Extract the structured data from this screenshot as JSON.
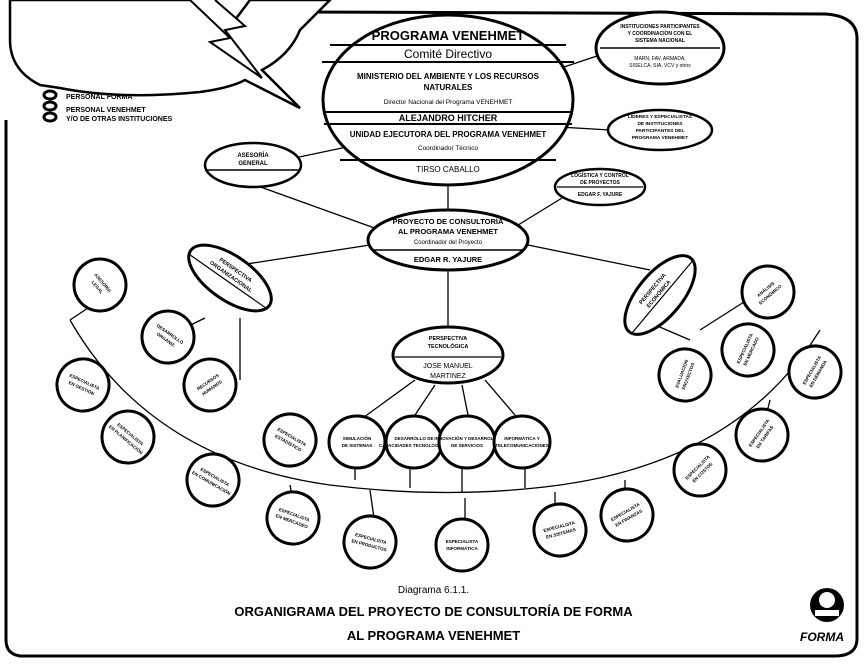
{
  "top": {
    "line1": "PROGRAMA VENEHMET",
    "line2": "Comité Directivo",
    "line3": "MINISTERIO DEL AMBIENTE Y LOS RECURSOS",
    "line4": "NATURALES",
    "line5": "Director Nacional del Programa VENEHMET",
    "line6": "ALEJANDRO HITCHER",
    "line7": "UNIDAD EJECUTORA DEL PROGRAMA VENEHMET",
    "line8": "Coordinador Técnico",
    "line9": "TIRSO CABALLO"
  },
  "institutions_right": {
    "line1": "INSTITUCIONES PARTICIPANTES",
    "line2": "Y COORDINACION CON EL",
    "line3": "SISTEMA NACIONAL",
    "line4": "MARN, FAV, ARMADA,",
    "line5": "SISELCA, SIA, VCV y otros"
  },
  "liaison_right": {
    "line1": "LIDERES Y ESPECIALISTAS",
    "line2": "DE INSTITUCIONES",
    "line3": "PARTICIPANTES DEL",
    "line4": "PROGRAMA VENEHMET"
  },
  "advisory": {
    "line1": "ASESORÍA",
    "line2": "GENERAL"
  },
  "coordinator_right": {
    "line1": "LOGÍSTICA Y CONTROL",
    "line2": "DE PROYECTOS",
    "line3": "EDGAR F. YAJURE"
  },
  "project": {
    "line1": "PROYECTO DE CONSULTORÍA",
    "line2": "AL PROGRAMA VENEHMET",
    "line3": "Coordinador del Proyecto",
    "line4": "EDGAR R. YAJURE"
  },
  "legend": {
    "line1": "PERSONAL FORMA",
    "line2": "PERSONAL VENEHMET",
    "line3": "Y/O DE OTRAS INSTITUCIONES"
  },
  "tech": {
    "line1": "PERSPECTIVA",
    "line2": "TECNOLÓGICA",
    "line3": "JOSE MANUEL",
    "line4": "MARTINEZ"
  },
  "left_persp": {
    "line1": "PERSPECTIVA",
    "line2": "ORGANIZACIONAL"
  },
  "right_persp": {
    "line1": "PERSPECTIVA",
    "line2": "ECONÓMICA"
  },
  "small_nodes": [
    {
      "l1": "ASESORÍA",
      "l2": "LEGAL"
    },
    {
      "l1": "DESARROLLO",
      "l2": "ORGANIZ."
    },
    {
      "l1": "ESPECIALISTA",
      "l2": "EN GESTIÓN"
    },
    {
      "l1": "RECURSOS",
      "l2": "HUMANOS"
    },
    {
      "l1": "ESPECIALISTA",
      "l2": "EN PLANIFICACIÓN"
    },
    {
      "l1": "ESPECIALISTA",
      "l2": "EN COMUNICACIÓN"
    },
    {
      "l1": "ESPECIALISTA",
      "l2": "EN MERCADEO"
    },
    {
      "l1": "ESPECIALISTA",
      "l2": "EN PRODUCTOS"
    },
    {
      "l1": "ESPECIALISTA",
      "l2": "INFORMÁTICA"
    },
    {
      "l1": "ESPECIALISTA",
      "l2": "EN SISTEMAS"
    },
    {
      "l1": "ESPECIALISTA",
      "l2": "EN FINANZAS"
    },
    {
      "l1": "ESPECIALISTA",
      "l2": "EN COSTOS"
    },
    {
      "l1": "ESPECIALISTA",
      "l2": "EN TARIFAS"
    },
    {
      "l1": "ESPECIALISTA",
      "l2": "EN DEMANDA"
    },
    {
      "l1": "ESPECIALISTA",
      "l2": "EN MERCADO"
    },
    {
      "l1": "ANÁLISIS",
      "l2": "ECONÓMICO"
    },
    {
      "l1": "EVALUACIÓN",
      "l2": "PROYECTOS"
    },
    {
      "l1": "ESPECIALISTA",
      "l2": "ESTADÍSTICO"
    }
  ],
  "tech_children": [
    {
      "l1": "SIMULACIÓN",
      "l2": "DE SISTEMAS"
    },
    {
      "l1": "DESARROLLO DE",
      "l2": "CAPACIDADES TECNOLÓGICAS"
    },
    {
      "l1": "INNOVACIÓN Y DESARROLLO",
      "l2": "DE SERVICIOS"
    },
    {
      "l1": "INFORMÁTICA Y",
      "l2": "TELECOMUNICACIONES"
    }
  ],
  "caption": {
    "diagram": "Diagrama 6.1.1.",
    "title1": "ORGANIGRAMA DEL PROYECTO DE CONSULTORÍA DE FORMA",
    "title2": "AL PROGRAMA VENEHMET"
  },
  "logo": "FORMA"
}
